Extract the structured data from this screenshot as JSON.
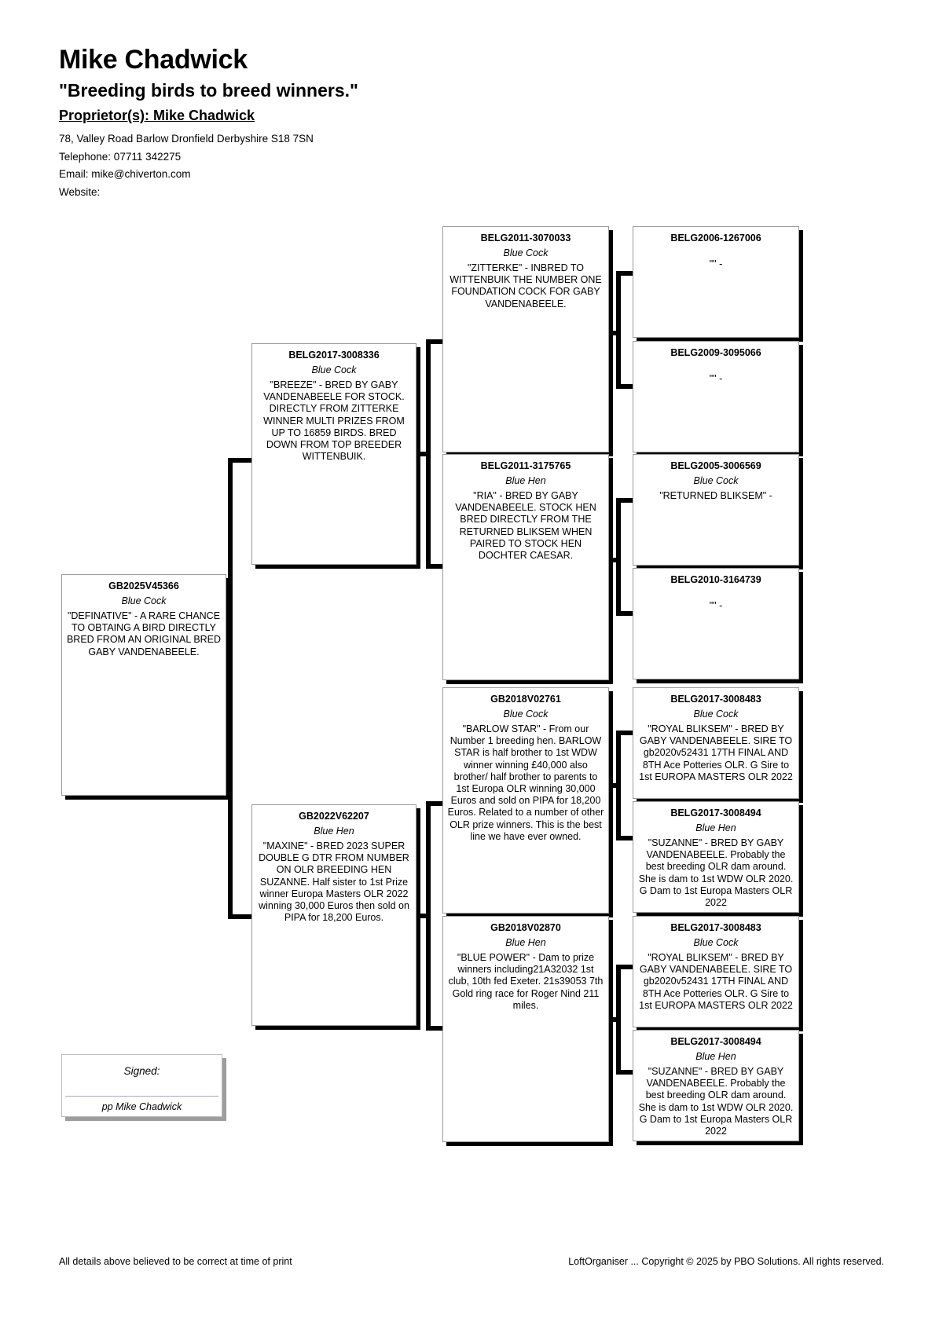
{
  "header": {
    "loft_name": "Mike Chadwick",
    "slogan": "\"Breeding birds to breed winners.\"",
    "proprietor": "Proprietor(s): Mike Chadwick",
    "address": "78, Valley Road Barlow Dronfield Derbyshire  S18 7SN",
    "telephone": "Telephone: 07711 342275",
    "email": "Email: mike@chiverton.com",
    "website": "Website:"
  },
  "pedigree": {
    "subject": {
      "ring": "GB2025V45366",
      "sex": "Blue Cock",
      "notes": "\"DEFINATIVE\" - A RARE CHANCE TO OBTAING A BIRD DIRECTLY BRED FROM AN ORIGINAL BRED GABY VANDENABEELE."
    },
    "sire": {
      "ring": "BELG2017-3008336",
      "sex": "Blue Cock",
      "notes": "\"BREEZE\" - BRED BY GABY VANDENABEELE FOR STOCK.  DIRECTLY FROM ZITTERKE WINNER MULTI PRIZES FROM UP TO 16859 BIRDS.   BRED DOWN FROM TOP BREEDER WITTENBUIK."
    },
    "dam": {
      "ring": "GB2022V62207",
      "sex": "Blue Hen",
      "notes": "\"MAXINE\" - BRED 2023    SUPER DOUBLE G DTR FROM NUMBER ON OLR BREEDING HEN SUZANNE. Half sister to 1st Prize winner Europa Masters OLR 2022 winning 30,000 Euros then sold on PIPA for 18,200 Euros."
    },
    "sire_sire": {
      "ring": "BELG2011-3070033",
      "sex": "Blue Cock",
      "notes": "\"ZITTERKE\" - INBRED TO WITTENBUIK THE NUMBER ONE FOUNDATION COCK FOR GABY VANDENABEELE."
    },
    "sire_dam": {
      "ring": "BELG2011-3175765",
      "sex": "Blue Hen",
      "notes": "\"RIA\" - BRED BY GABY VANDENABEELE.  STOCK HEN BRED DIRECTLY FROM THE RETURNED BLIKSEM WHEN PAIRED TO STOCK HEN DOCHTER CAESAR."
    },
    "dam_sire": {
      "ring": "GB2018V02761",
      "sex": "Blue Cock",
      "notes": "\"BARLOW STAR\" - From our Number 1 breeding hen.   BARLOW STAR is half brother to 1st WDW winner winning £40,000 also brother/ half brother to parents to 1st Europa OLR winning 30,000 Euros and sold on PIPA for 18,200 Euros.   Related to a number of other OLR prize winners.   This is the best line we have ever owned."
    },
    "dam_dam": {
      "ring": "GB2018V02870",
      "sex": "Blue Hen",
      "notes": "\"BLUE POWER\" - Dam to prize winners including21A32032 1st club, 10th fed Exeter. 21s39053 7th Gold ring race for Roger Nind 211 miles."
    },
    "ggp1": {
      "ring": "BELG2006-1267006",
      "sex": "",
      "notes": "\"\" -"
    },
    "ggp2": {
      "ring": "BELG2009-3095066",
      "sex": "",
      "notes": "\"\" -"
    },
    "ggp3": {
      "ring": "BELG2005-3006569",
      "sex": "Blue Cock",
      "notes": "\"RETURNED BLIKSEM\" -"
    },
    "ggp4": {
      "ring": "BELG2010-3164739",
      "sex": "",
      "notes": "\"\" -"
    },
    "ggp5": {
      "ring": "BELG2017-3008483",
      "sex": "Blue Cock",
      "notes": "\"ROYAL BLIKSEM\" - BRED BY GABY VANDENABEELE. SIRE TO gb2020v52431 17TH FINAL AND 8TH Ace Potteries OLR.   G Sire to 1st EUROPA MASTERS OLR 2022"
    },
    "ggp6": {
      "ring": "BELG2017-3008494",
      "sex": "Blue Hen",
      "notes": "\"SUZANNE\" - BRED BY GABY VANDENABEELE. Probably the best breeding OLR dam around.  She is dam to 1st WDW OLR 2020.   G Dam to 1st Europa Masters OLR 2022"
    },
    "ggp7": {
      "ring": "BELG2017-3008483",
      "sex": "Blue Cock",
      "notes": "\"ROYAL BLIKSEM\" - BRED BY GABY VANDENABEELE. SIRE TO gb2020v52431 17TH FINAL AND 8TH Ace Potteries OLR.   G Sire to 1st EUROPA MASTERS OLR 2022"
    },
    "ggp8": {
      "ring": "BELG2017-3008494",
      "sex": "Blue Hen",
      "notes": "\"SUZANNE\" - BRED BY GABY VANDENABEELE. Probably the best breeding OLR dam around.  She is dam to 1st WDW OLR 2020.   G Dam to 1st Europa Masters OLR 2022"
    }
  },
  "signature": {
    "signed_label": "Signed:",
    "pp_name": "pp Mike Chadwick"
  },
  "footer": {
    "disclaimer": "All details above believed to be correct at time of print",
    "copyright": "LoftOrganiser ... Copyright © 2025 by PBO Solutions. All rights reserved."
  }
}
